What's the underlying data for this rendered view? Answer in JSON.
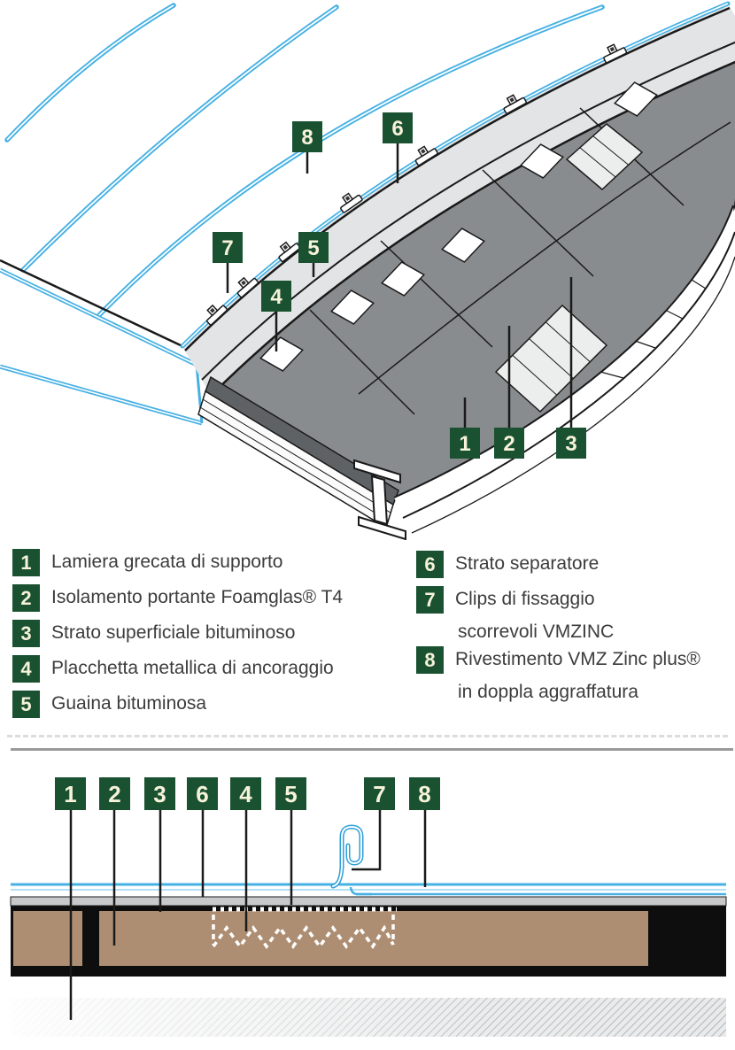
{
  "colors": {
    "label_green": "#1a5231",
    "number_cream": "#f7f2da",
    "zinc_blue": "#45b0e3",
    "seam_blue_dark": "#2e9fd8",
    "separator_gray": "#e3e4e5",
    "bitumen_gray": "#b4b6b8",
    "panel_gray": "#898c8f",
    "panel_front_gray": "#5f6265",
    "foamglas_tan": "#ad8e73",
    "bitumen_black": "#0e0e0e",
    "hatch_gray": "#b6b9bb",
    "text_dark": "#3c3c3c",
    "divider_gray": "#9a9a9a"
  },
  "top": {
    "labels": [
      "8",
      "6",
      "7",
      "5",
      "4",
      "1",
      "2",
      "3"
    ]
  },
  "legend": {
    "items": [
      {
        "num": "1",
        "line1": "Lamiera grecata di supporto",
        "line2": ""
      },
      {
        "num": "2",
        "line1": "Isolamento portante Foamglas® T4",
        "line2": ""
      },
      {
        "num": "3",
        "line1": "Strato superficiale bituminoso",
        "line2": ""
      },
      {
        "num": "4",
        "line1": "Placchetta metallica di ancoraggio",
        "line2": ""
      },
      {
        "num": "5",
        "line1": "Guaina bituminosa",
        "line2": ""
      },
      {
        "num": "6",
        "line1": "Strato separatore",
        "line2": ""
      },
      {
        "num": "7",
        "line1": "Clips di fissaggio",
        "line2": "scorrevoli VMZINC"
      },
      {
        "num": "8",
        "line1": "Rivestimento VMZ Zinc plus®",
        "line2": "in doppla aggraffatura"
      }
    ]
  },
  "section": {
    "labels": [
      "1",
      "2",
      "3",
      "6",
      "4",
      "5",
      "7",
      "8"
    ]
  }
}
